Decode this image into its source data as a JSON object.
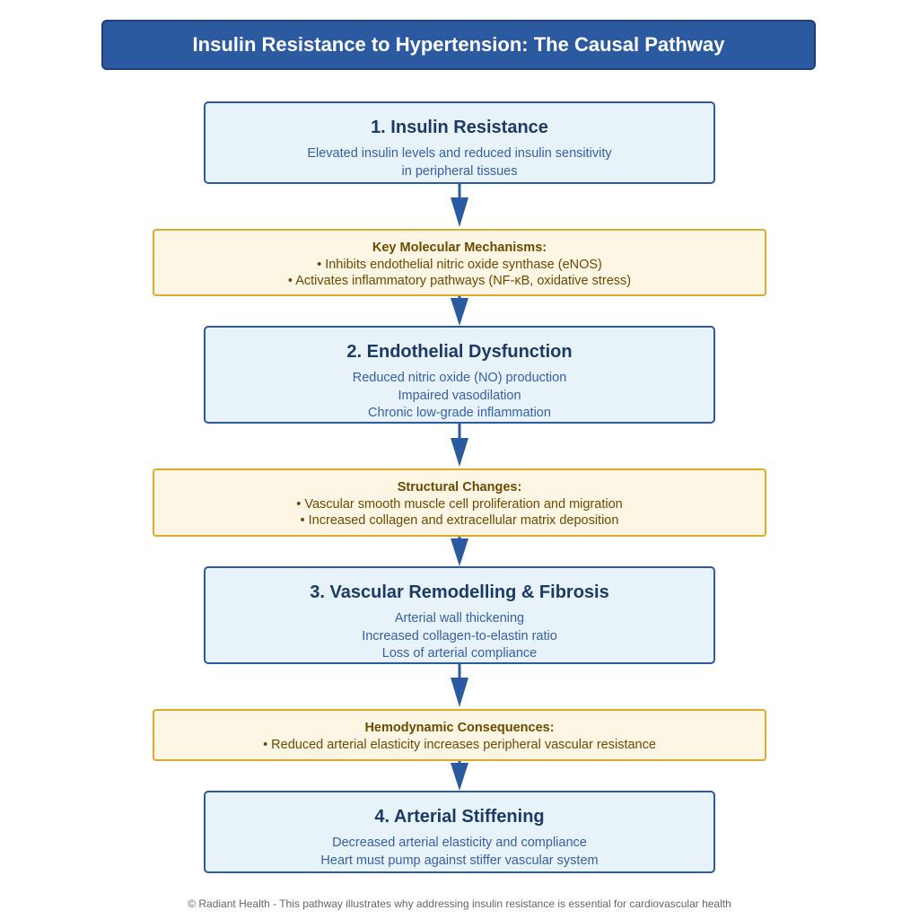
{
  "title": "Insulin Resistance to Hypertension: The Causal Pathway",
  "stages": [
    {
      "title": "1. Insulin Resistance",
      "lines": [
        "Elevated insulin levels and reduced insulin sensitivity",
        "in peripheral tissues"
      ]
    },
    {
      "title": "2. Endothelial Dysfunction",
      "lines": [
        "Reduced nitric oxide (NO) production",
        "Impaired vasodilation",
        "Chronic low-grade inflammation"
      ]
    },
    {
      "title": "3. Vascular Remodelling & Fibrosis",
      "lines": [
        "Arterial wall thickening",
        "Increased collagen-to-elastin ratio",
        "Loss of arterial compliance"
      ]
    },
    {
      "title": "4. Arterial Stiffening",
      "lines": [
        "Decreased arterial elasticity and compliance",
        "Heart must pump against stiffer vascular system"
      ]
    }
  ],
  "mechanisms": [
    {
      "title": "Key Molecular Mechanisms:",
      "lines": [
        "• Inhibits endothelial nitric oxide synthase (eNOS)",
        "• Activates inflammatory pathways (NF-κB, oxidative stress)"
      ]
    },
    {
      "title": "Structural Changes:",
      "lines": [
        "• Vascular smooth muscle cell proliferation and migration",
        "• Increased collagen and extracellular matrix deposition"
      ]
    },
    {
      "title": "Hemodynamic Consequences:",
      "lines": [
        "• Reduced arterial elasticity increases peripheral vascular resistance"
      ]
    }
  ],
  "footer": "© Radiant Health - This pathway illustrates why addressing insulin resistance is essential for cardiovascular health",
  "colors": {
    "title_bg": "#2c5aa0",
    "stage_bg": "#e8f2f9",
    "stage_border": "#2c5aa0",
    "mechanism_bg": "#fef6e4",
    "mechanism_border": "#e0a82e",
    "arrow": "#2c5aa0"
  }
}
